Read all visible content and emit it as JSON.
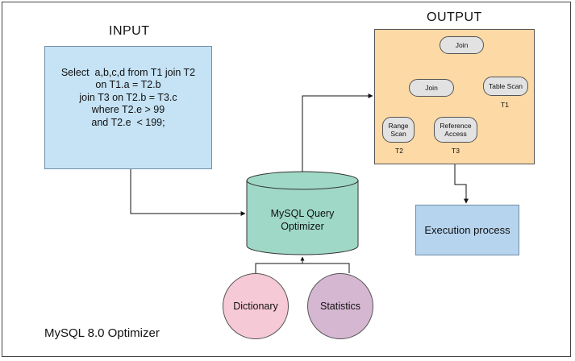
{
  "input": {
    "title": "INPUT",
    "query": "Select  a,b,c,d from T1 join T2\non T1.a = T2.b\njoin T3 on T2.b = T3.c\nwhere T2.e > 99\nand T2.e  < 199;"
  },
  "output": {
    "title": "OUTPUT",
    "nodes": {
      "join_top": "Join",
      "join_inner": "Join",
      "table_scan": "Table Scan",
      "range_scan": "Range\nScan",
      "reference_access": "Reference\nAccess"
    },
    "tables": {
      "t1": "T1",
      "t2": "T2",
      "t3": "T3"
    }
  },
  "optimizer": {
    "label": "MySQL Query\nOptimizer"
  },
  "execution": {
    "label": "Execution process"
  },
  "inputs": {
    "dictionary": "Dictionary",
    "statistics": "Statistics"
  },
  "footer": {
    "caption": "MySQL 8.0 Optimizer"
  },
  "colors": {
    "query_box": "#c5e3f5",
    "output_box": "#fcd9a5",
    "optimizer": "#9fd8c6",
    "execution_box": "#b6d4ee",
    "dictionary": "#f6c9d7",
    "statistics": "#d6b7d2",
    "plan_node": "#e2e2e2"
  }
}
